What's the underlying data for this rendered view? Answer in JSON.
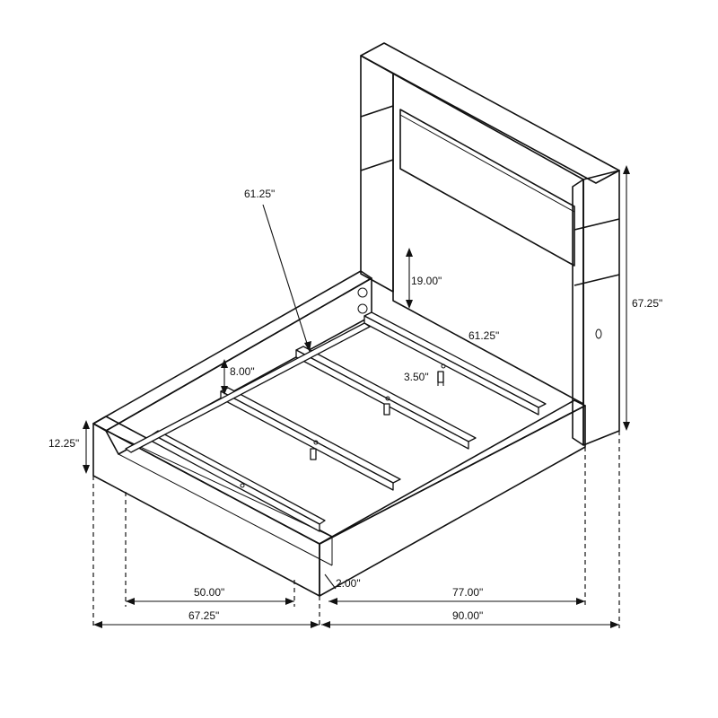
{
  "diagram": {
    "labels": {
      "leader_top": "61.25\"",
      "headboard_height": "67.25\"",
      "headboard_clearance": "19.00\"",
      "inner_length": "61.25\"",
      "side_rail_height": "8.00\"",
      "center_leg_height": "3.50\"",
      "rail_height": "12.25\"",
      "front_inner_width": "50.00\"",
      "front_outer_width": "67.25\"",
      "rail_thickness": "2.00\"",
      "side_inner_length": "77.00\"",
      "side_outer_length": "90.00\""
    }
  }
}
